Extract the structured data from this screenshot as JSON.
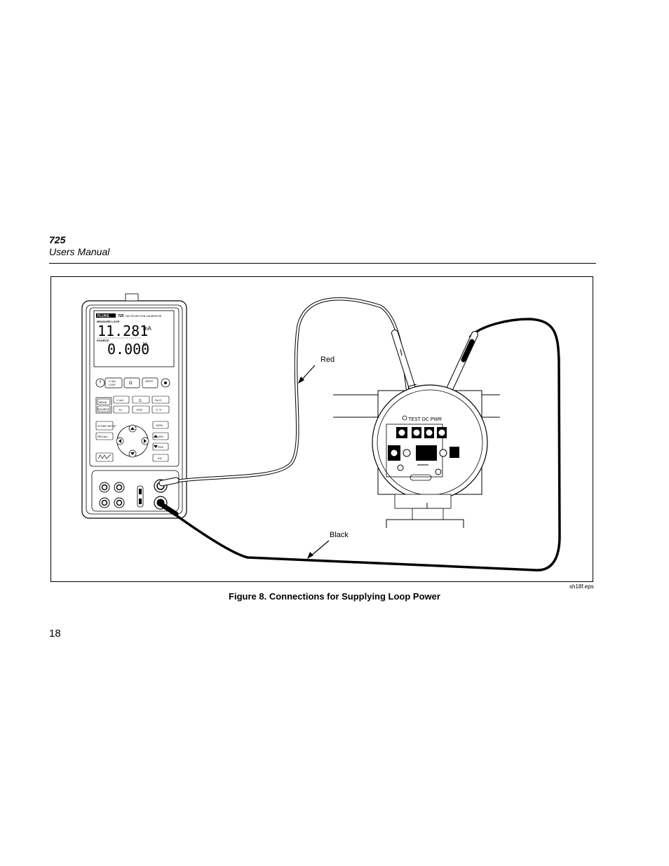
{
  "header": {
    "model": "725",
    "manual": "Users Manual"
  },
  "figure": {
    "label_red": "Red",
    "label_black": "Black",
    "file_id": "sh18f.eps",
    "caption": "Figure 8. Connections for Supplying Loop Power",
    "meter": {
      "brand": "FLUKE",
      "model_text": "725",
      "subtitle": "MULTIFUNCTION CALIBRATOR",
      "measure_label": "MEASURE LOOP",
      "measure_value": "11.281",
      "measure_unit": "mA",
      "source_label": "SOURCE",
      "source_value": "0.000",
      "source_unit": "V",
      "keys": {
        "v_ma_loop": "V  mA",
        "loop": "LOOP",
        "ohm": "Ω",
        "zero": "ZERO",
        "v_ma": "V  mA",
        "ohm2": "Ω",
        "hz": "Hz  Ω",
        "meas": "MEAS",
        "source": "SOURCE",
        "tc": "TC",
        "rtd": "RTD",
        "cf": "°C  °F",
        "store_setup": "STORE SETUP",
        "recall": "RECALL",
        "pct100": "100%",
        "pct25_up": "25%",
        "pct25_down": "25%",
        "pct0": "0%"
      }
    },
    "transmitter": {
      "terminal_label": "TEST  DC PWR"
    }
  },
  "page_number": "18"
}
